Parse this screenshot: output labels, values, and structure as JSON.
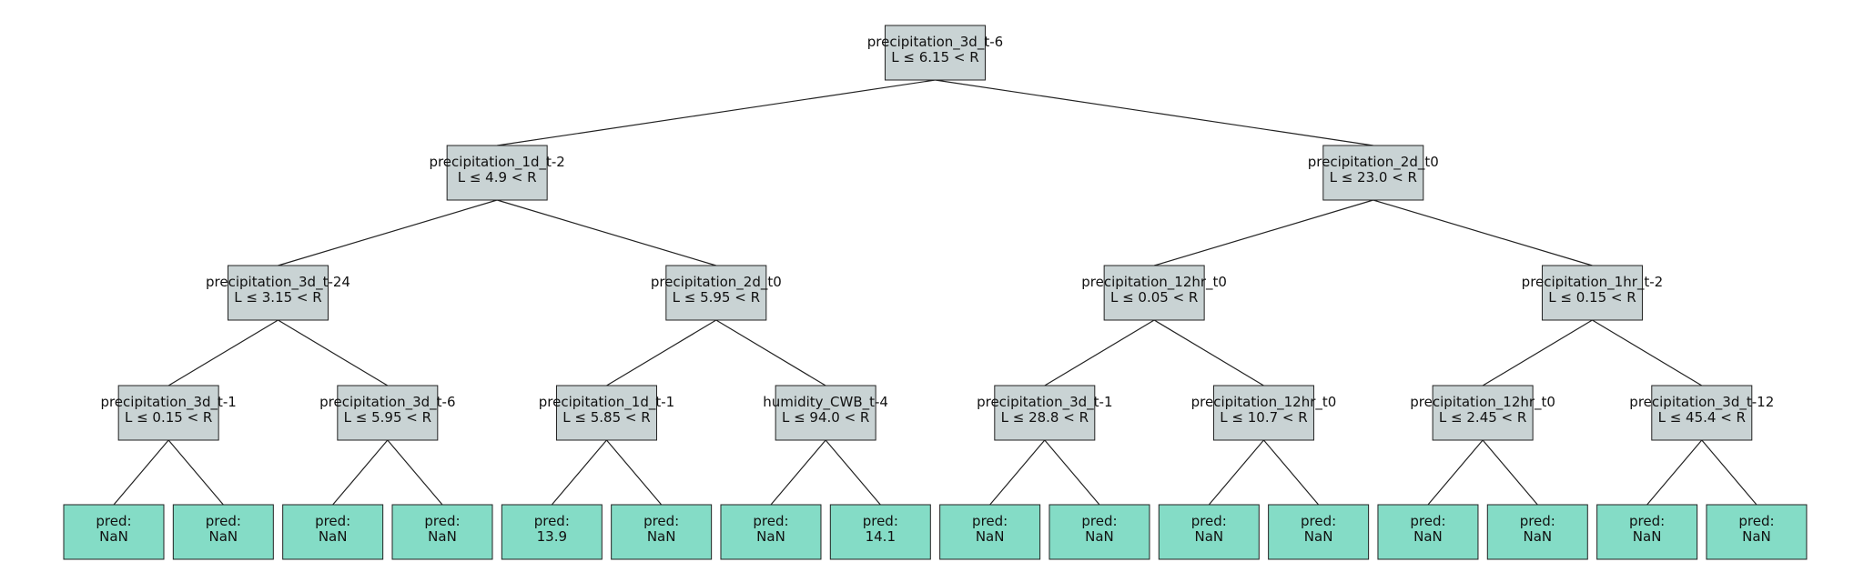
{
  "tree": {
    "colors": {
      "split_fill": "#c9d3d4",
      "leaf_fill": "#84dcc6",
      "stroke": "#222222"
    },
    "splits": [
      {
        "id": 1,
        "feature": "precipitation_3d_t-6",
        "rule": "L ≤ 6.15 < R"
      },
      {
        "id": 2,
        "feature": "precipitation_1d_t-2",
        "rule": "L ≤ 4.9 < R"
      },
      {
        "id": 3,
        "feature": "precipitation_2d_t0",
        "rule": "L ≤ 23.0 < R"
      },
      {
        "id": 4,
        "feature": "precipitation_3d_t-24",
        "rule": "L ≤ 3.15 < R"
      },
      {
        "id": 5,
        "feature": "precipitation_2d_t0",
        "rule": "L ≤ 5.95 < R"
      },
      {
        "id": 6,
        "feature": "precipitation_12hr_t0",
        "rule": "L ≤ 0.05 < R"
      },
      {
        "id": 7,
        "feature": "precipitation_1hr_t-2",
        "rule": "L ≤ 0.15 < R"
      },
      {
        "id": 8,
        "feature": "precipitation_3d_t-1",
        "rule": "L ≤ 0.15 < R"
      },
      {
        "id": 9,
        "feature": "precipitation_3d_t-6",
        "rule": "L ≤ 5.95 < R"
      },
      {
        "id": 10,
        "feature": "precipitation_1d_t-1",
        "rule": "L ≤ 5.85 < R"
      },
      {
        "id": 11,
        "feature": "humidity_CWB_t-4",
        "rule": "L ≤ 94.0 < R"
      },
      {
        "id": 12,
        "feature": "precipitation_3d_t-1",
        "rule": "L ≤ 28.8 < R"
      },
      {
        "id": 13,
        "feature": "precipitation_12hr_t0",
        "rule": "L ≤ 10.7 < R"
      },
      {
        "id": 14,
        "feature": "precipitation_12hr_t0",
        "rule": "L ≤ 2.45 < R"
      },
      {
        "id": 15,
        "feature": "precipitation_3d_t-12",
        "rule": "L ≤ 45.4 < R"
      }
    ],
    "leaves": [
      {
        "label": "pred:",
        "value": "NaN"
      },
      {
        "label": "pred:",
        "value": "NaN"
      },
      {
        "label": "pred:",
        "value": "NaN"
      },
      {
        "label": "pred:",
        "value": "NaN"
      },
      {
        "label": "pred:",
        "value": "13.9"
      },
      {
        "label": "pred:",
        "value": "NaN"
      },
      {
        "label": "pred:",
        "value": "NaN"
      },
      {
        "label": "pred:",
        "value": "14.1"
      },
      {
        "label": "pred:",
        "value": "NaN"
      },
      {
        "label": "pred:",
        "value": "NaN"
      },
      {
        "label": "pred:",
        "value": "NaN"
      },
      {
        "label": "pred:",
        "value": "NaN"
      },
      {
        "label": "pred:",
        "value": "NaN"
      },
      {
        "label": "pred:",
        "value": "NaN"
      },
      {
        "label": "pred:",
        "value": "NaN"
      },
      {
        "label": "pred:",
        "value": "NaN"
      }
    ]
  }
}
